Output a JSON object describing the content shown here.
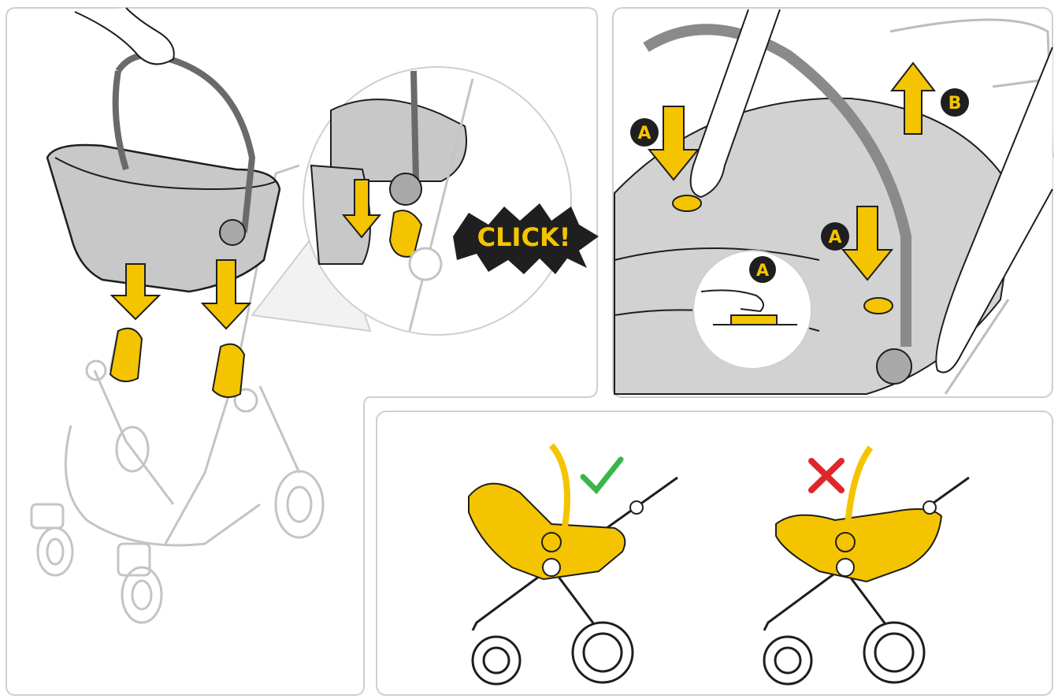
{
  "colors": {
    "accent_yellow": "#f5c400",
    "seat_gray": "#c8c8c8",
    "dark_gray": "#6a6a6a",
    "outline": "#1e1e1e",
    "light_outline": "#bdbdbd",
    "check_green": "#3bb54a",
    "cross_red": "#e0262b",
    "click_bg": "#1f1f1f"
  },
  "panel1": {
    "click_label": "CLICK!"
  },
  "panel2": {
    "label_a": "A",
    "label_b": "B"
  },
  "panel3": {
    "correct_icon": "check-icon",
    "incorrect_icon": "cross-icon"
  }
}
